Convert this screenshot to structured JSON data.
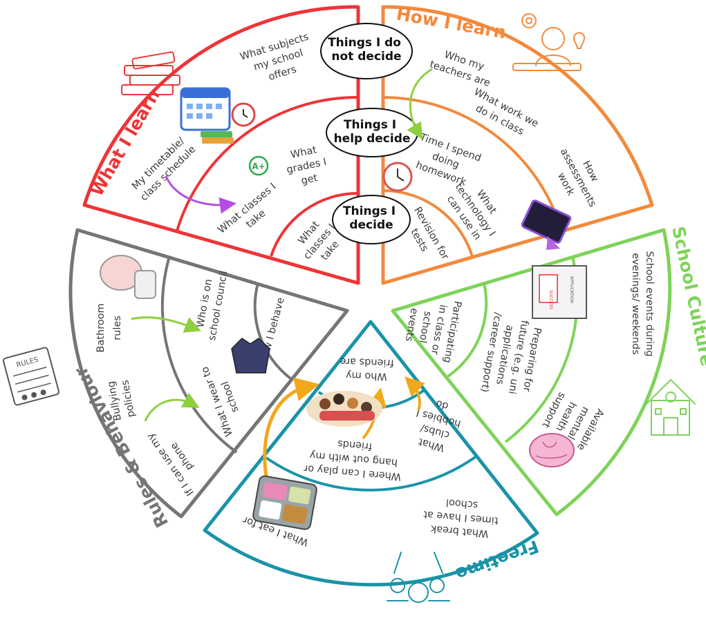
{
  "levels": {
    "outer": "Things I do not decide",
    "middle": "Things I help decide",
    "inner": "Things I decide"
  },
  "categories": {
    "what_i_learn": {
      "label": "What I learn",
      "color": "#ee3437",
      "items": {
        "subjects": "What subjects my school offers",
        "timetable": "My timetable/ class schedule",
        "grades": "What grades I get",
        "classes_help": "What classes I take",
        "classes_decide": "What classes I take"
      }
    },
    "how_i_learn": {
      "label": "How I learn",
      "color": "#f28a3c",
      "items": {
        "teachers": "Who my teachers are",
        "work": "What work we do in class",
        "assessments": "How assessments work",
        "homework": "Time I spend doing homework",
        "technology": "What technology I can use in",
        "revision": "Revision for tests"
      }
    },
    "school_culture": {
      "label": "School Culture",
      "color": "#7ed35a",
      "items": {
        "events": "School events during evenings/ weekends",
        "mental_health": "Available mental health support",
        "future": "Preparing for future (e.g. uni applications /career support)",
        "participating": "Participating in class or school events"
      }
    },
    "freetime": {
      "label": "Freetime",
      "color": "#1a93a8",
      "items": {
        "lunch": "What I eat for lunch",
        "break_times": "What break times I have at school",
        "where_play": "Where I can play or hang out with my friends",
        "clubs": "What clubs/ hobbies I do",
        "friends": "Who my friends are"
      }
    },
    "rules_behaviour": {
      "label": "Rules & Behaviour",
      "color": "#757575",
      "items": {
        "bathroom": "Bathroom rules",
        "bullying": "Bullying policies",
        "phone": "If I can use my phone",
        "council": "Who is on school council",
        "wear": "What I wear to school",
        "behave": "How I behave"
      }
    }
  },
  "icon_labels": {
    "application": "APPLICATION",
    "success": "SUCCESS",
    "rules": "RULES",
    "grade": "A+"
  }
}
